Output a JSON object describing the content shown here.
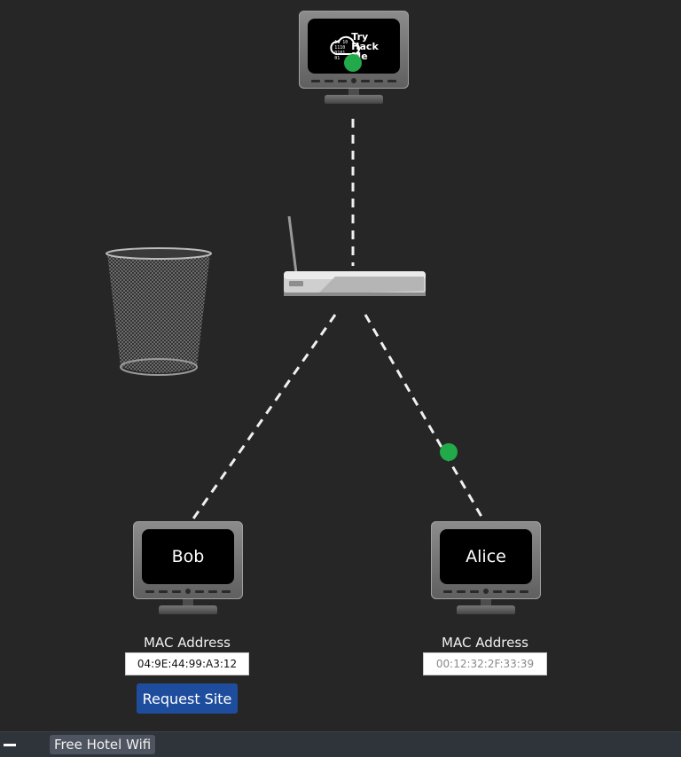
{
  "network": {
    "server": {
      "logo_lines": [
        "Try",
        "Hack",
        "Me"
      ],
      "logo_binary": [
        "10 10",
        "1110",
        "0101",
        "01"
      ]
    },
    "bob": {
      "name": "Bob",
      "mac_label": "MAC Address",
      "mac_value": "04:9E:44:99:A3:12"
    },
    "alice": {
      "name": "Alice",
      "mac_label": "MAC Address",
      "mac_placeholder": "00:12:32:2F:33:39"
    },
    "request_button": "Request Site"
  },
  "taskbar": {
    "window_title": "Free Hotel Wifi"
  },
  "colors": {
    "background": "#262626",
    "packet": "#21a94a",
    "button": "#1f4d9e",
    "taskbar": "#2f333a"
  }
}
